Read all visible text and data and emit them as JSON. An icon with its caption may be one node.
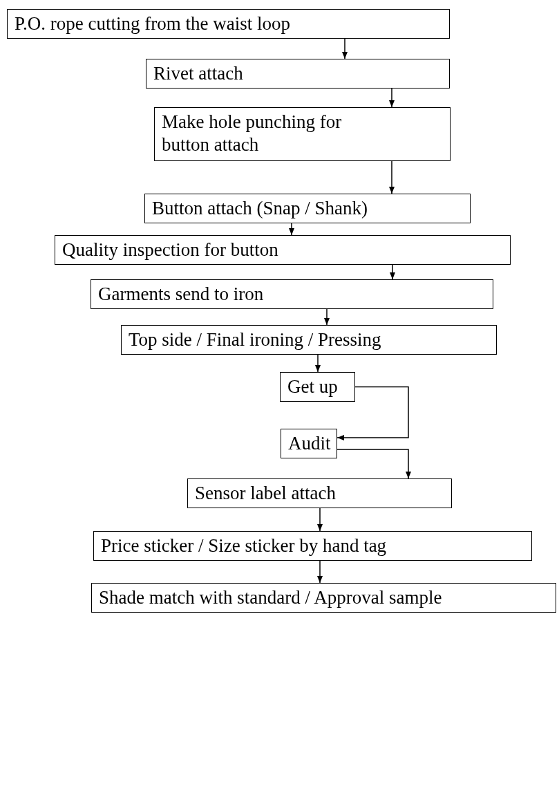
{
  "diagram": {
    "nodes": [
      {
        "text": [
          "P.O. rope cutting from the waist loop"
        ]
      },
      {
        "text": [
          "Rivet attach"
        ]
      },
      {
        "text": [
          "Make hole punching for button attach"
        ]
      },
      {
        "text": [
          "Button attach (Snap / Shank)"
        ]
      },
      {
        "text": [
          "Quality inspection for button"
        ]
      },
      {
        "text": [
          "Garments send to iron"
        ]
      },
      {
        "text": [
          "Top side / Final ironing / Pressing"
        ]
      },
      {
        "text": [
          "Get up"
        ]
      },
      {
        "text": [
          "Audit"
        ]
      },
      {
        "text": [
          "Sensor label attach"
        ]
      },
      {
        "text": [
          "Price sticker / Size sticker by hand tag"
        ]
      },
      {
        "text": [
          "Shade match with standard / Approval sample"
        ]
      }
    ],
    "edges": [
      {
        "from": 0,
        "to": 1,
        "arrow": "to"
      },
      {
        "from": 1,
        "to": 2,
        "arrow": "to"
      },
      {
        "from": 2,
        "to": 3,
        "arrow": "to"
      },
      {
        "from": 3,
        "to": 4,
        "arrow": "to"
      },
      {
        "from": 4,
        "to": 5,
        "arrow": "to"
      },
      {
        "from": 5,
        "to": 6,
        "arrow": "to"
      },
      {
        "from": 6,
        "to": 7,
        "arrow": "to"
      },
      {
        "from": 7,
        "to": 8,
        "arrow": "to"
      },
      {
        "from": 8,
        "to": 9,
        "arrow": "to"
      },
      {
        "from": 9,
        "to": 10,
        "arrow": "to"
      },
      {
        "from": 10,
        "to": 11,
        "arrow": "to"
      }
    ]
  }
}
